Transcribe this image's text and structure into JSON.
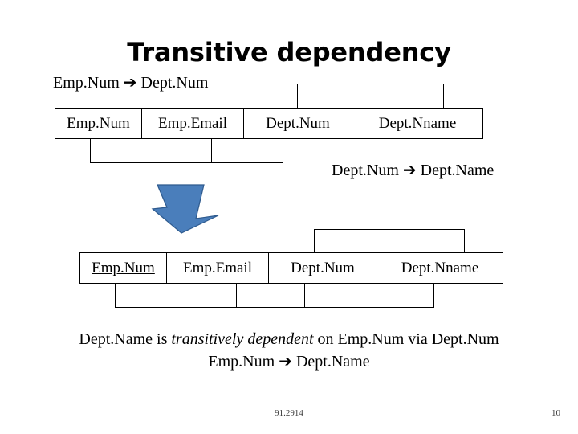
{
  "slide": {
    "title": "Transitive dependency",
    "fd_top": "Emp.Num ➔ Dept.Num",
    "fd_mid": "Dept.Num ➔ Dept.Name",
    "caption_line1_a": "Dept.Name is ",
    "caption_line1_b": "transitively dependent",
    "caption_line1_c": " on Emp.Num via Dept.Num",
    "caption_line2": "Emp.Num ➔ Dept.Name",
    "footer_code": "91.2914",
    "page_number": "10"
  },
  "tables": [
    {
      "name": "top-table",
      "columns": [
        {
          "label": "Emp.Num",
          "underlined": true
        },
        {
          "label": "Emp.Email",
          "underlined": false
        },
        {
          "label": "Dept.Num",
          "underlined": false
        },
        {
          "label": "Dept.Nname",
          "underlined": false
        }
      ]
    },
    {
      "name": "bottom-table",
      "columns": [
        {
          "label": "Emp.Num",
          "underlined": true
        },
        {
          "label": "Emp.Email",
          "underlined": false
        },
        {
          "label": "Dept.Num",
          "underlined": false
        },
        {
          "label": "Dept.Nname",
          "underlined": false
        }
      ]
    }
  ],
  "colors": {
    "arrow_fill": "#4A7EBB",
    "arrow_stroke": "#2E5A8E",
    "line": "#000000",
    "text": "#000000"
  }
}
